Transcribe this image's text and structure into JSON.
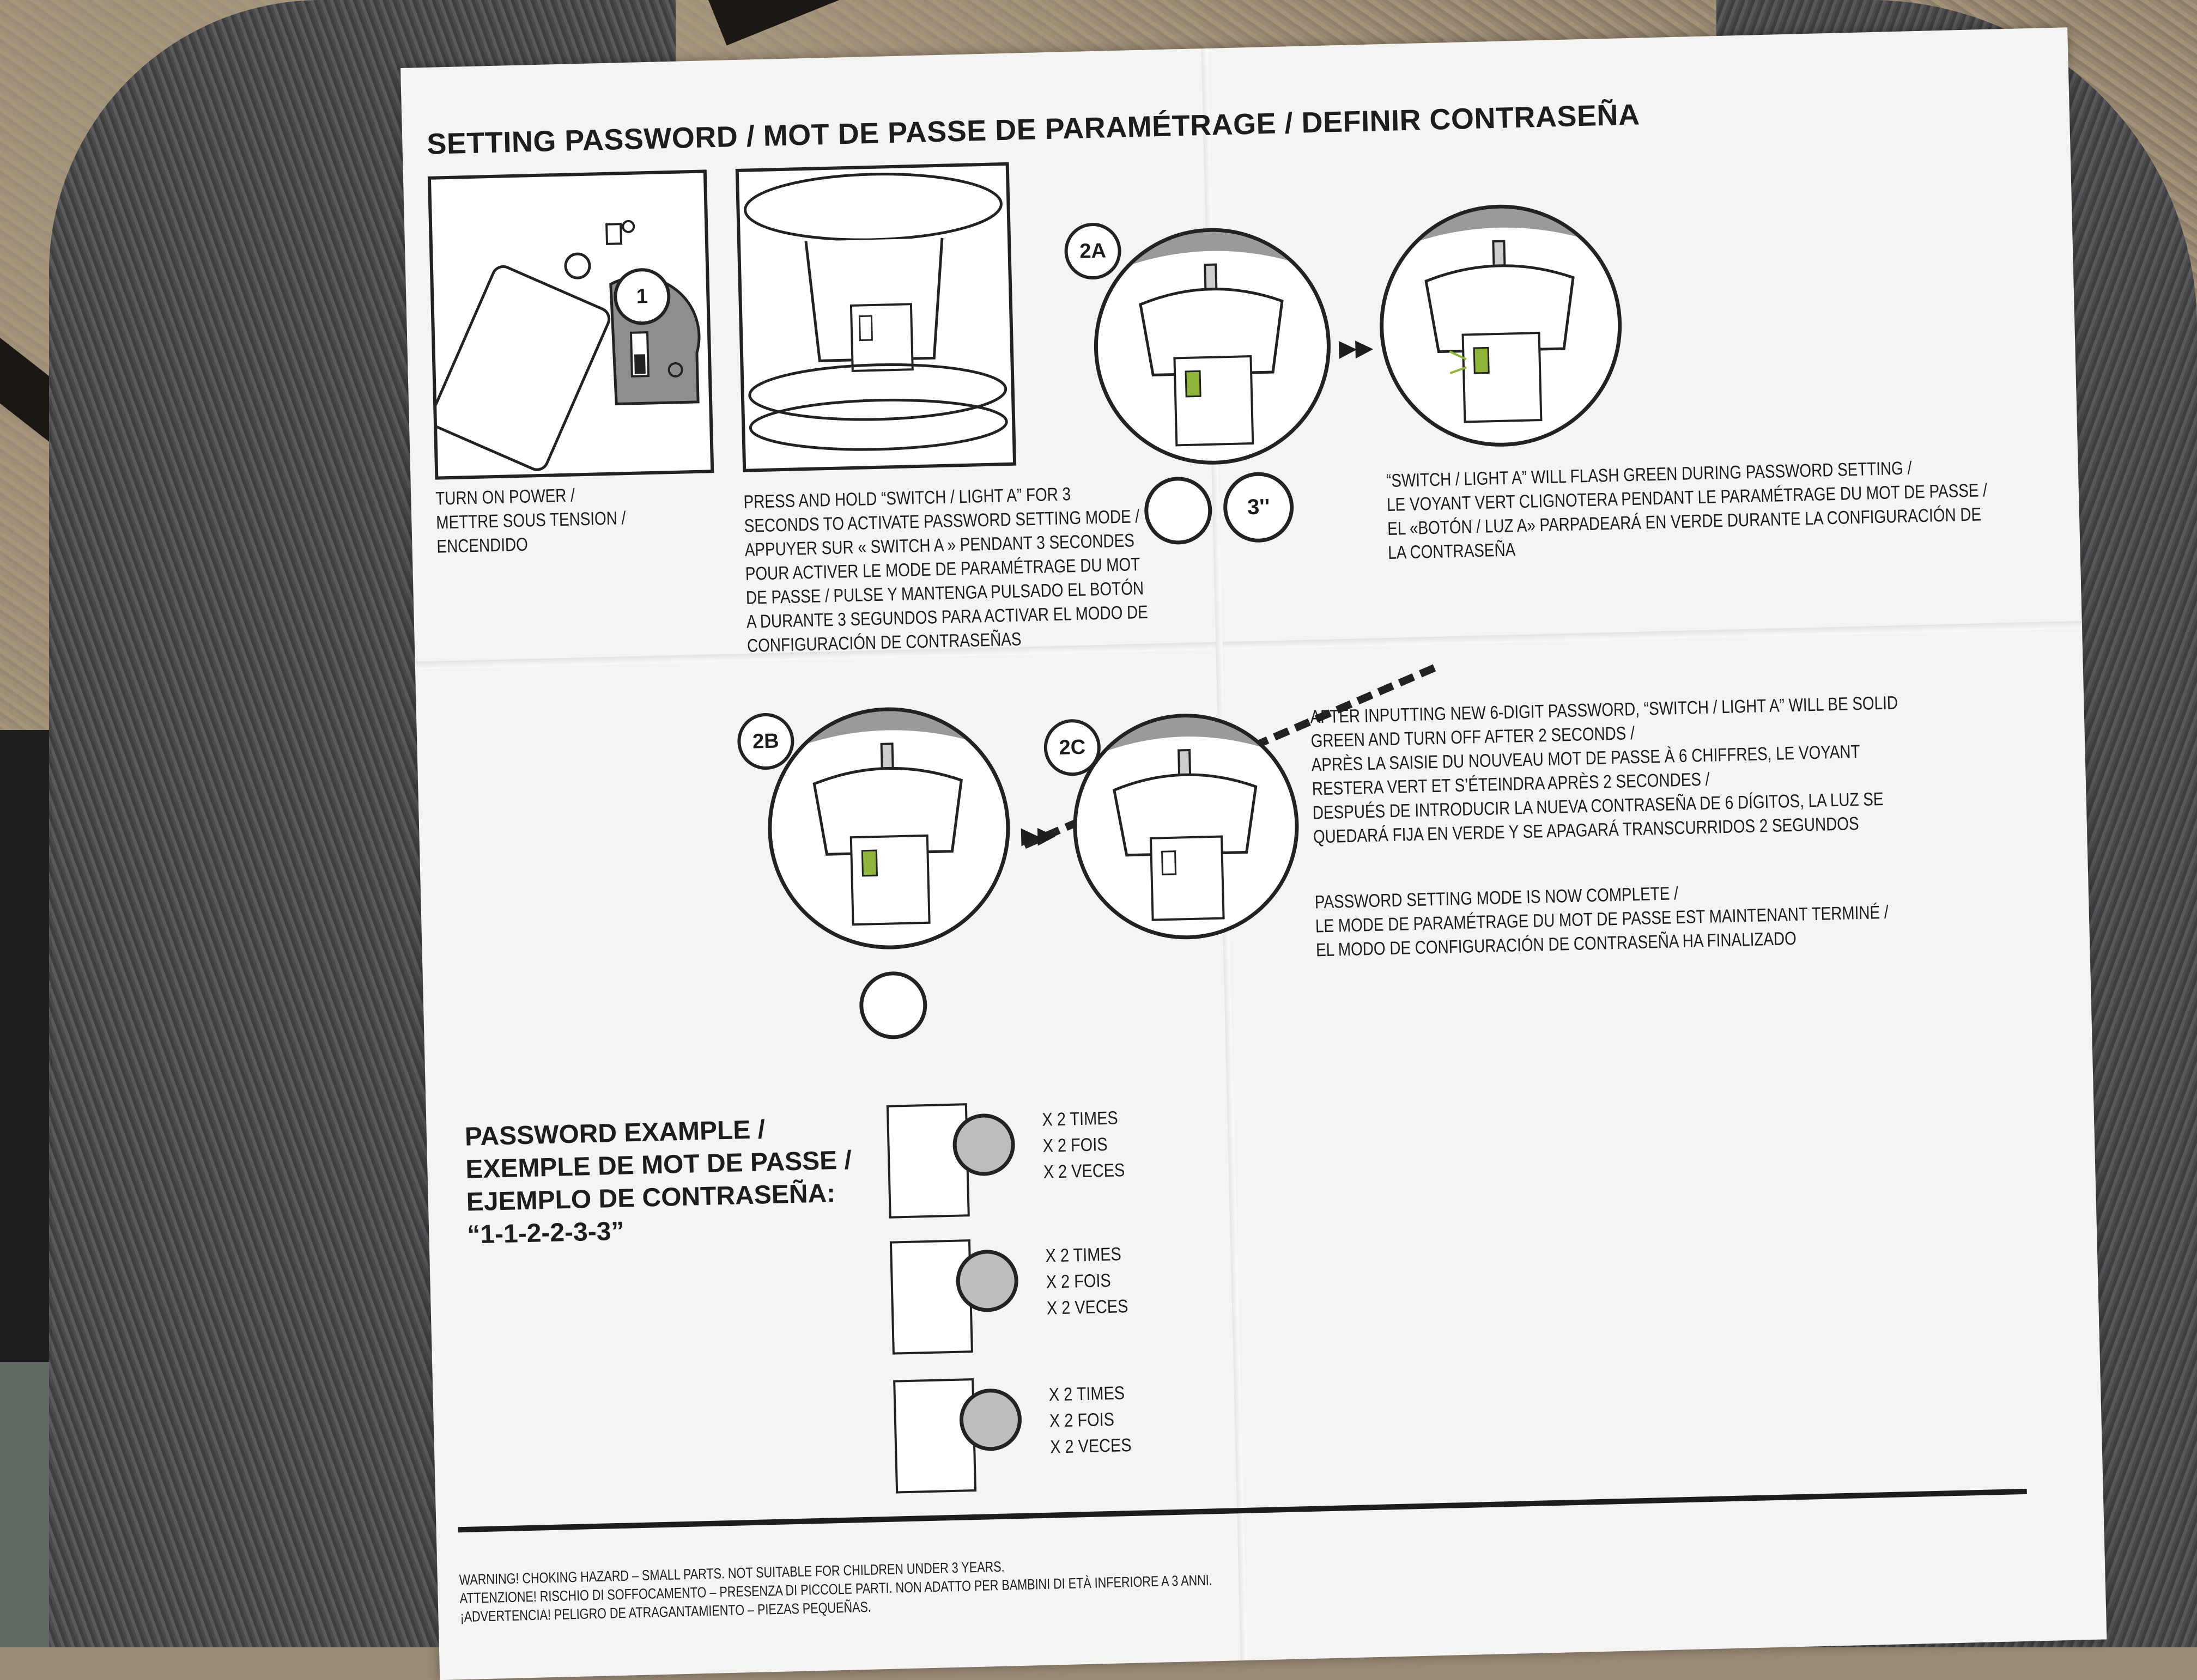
{
  "title": "SETTING PASSWORD / MOT DE PASSE DE PARAMÉTRAGE / DEFINIR CONTRASEÑA",
  "step1": {
    "badge": "1",
    "caption": [
      "TURN ON POWER /",
      "METTRE SOUS TENSION /",
      "ENCENDIDO"
    ]
  },
  "step2": {
    "caption": [
      "PRESS AND HOLD “SWITCH / LIGHT A” FOR 3",
      "SECONDS TO ACTIVATE PASSWORD SETTING MODE /",
      "APPUYER SUR « SWITCH A » PENDANT 3 SECONDES",
      "POUR ACTIVER LE MODE DE PARAMÉTRAGE DU MOT",
      "DE PASSE / PULSE Y MANTENGA PULSADO EL BOTÓN",
      "A DURANTE 3 SEGUNDOS PARA ACTIVAR EL MODO DE",
      "CONFIGURACIÓN DE CONTRASEÑAS"
    ]
  },
  "step2a": {
    "badge": "2A",
    "timer": "3''",
    "caption": [
      "“SWITCH / LIGHT A” WILL FLASH GREEN DURING PASSWORD SETTING /",
      "LE VOYANT VERT CLIGNOTERA PENDANT LE PARAMÉTRAGE DU MOT DE PASSE /",
      "EL «BOTÓN / LUZ A» PARPADEARÁ EN VERDE DURANTE LA CONFIGURACIÓN DE",
      "LA CONTRASEÑA"
    ]
  },
  "step2b": {
    "badge": "2B"
  },
  "step2c": {
    "badge": "2C",
    "caption": [
      "AFTER INPUTTING NEW 6-DIGIT PASSWORD, “SWITCH / LIGHT A” WILL BE SOLID",
      "GREEN AND TURN OFF AFTER 2 SECONDS /",
      "APRÈS LA SAISIE DU NOUVEAU MOT DE PASSE À 6 CHIFFRES, LE VOYANT",
      "RESTERA VERT ET S’ÉTEINDRA APRÈS 2 SECONDES /",
      "DESPUÉS DE INTRODUCIR LA NUEVA CONTRASEÑA DE 6 DÍGITOS, LA LUZ SE",
      "QUEDARÁ FIJA EN VERDE Y SE APAGARÁ TRANSCURRIDOS 2 SEGUNDOS"
    ],
    "complete": [
      "PASSWORD SETTING MODE IS NOW COMPLETE /",
      "LE MODE DE PARAMÉTRAGE DU MOT DE PASSE EST MAINTENANT TERMINÉ /",
      "EL MODO DE CONFIGURACIÓN DE CONTRASEÑA HA FINALIZADO"
    ]
  },
  "password_example": {
    "lines": [
      "PASSWORD EXAMPLE /",
      "EXEMPLE DE MOT DE PASSE /",
      "EJEMPLO DE CONTRASEÑA:",
      "“1-1-2-2-3-3”"
    ],
    "repeats": [
      [
        "X 2 TIMES",
        "X 2 FOIS",
        "X 2 VECES"
      ],
      [
        "X 2 TIMES",
        "X 2 FOIS",
        "X 2 VECES"
      ],
      [
        "X 2 TIMES",
        "X 2 FOIS",
        "X 2 VECES"
      ]
    ]
  },
  "warnings": [
    "WARNING! CHOKING HAZARD – SMALL PARTS. NOT SUITABLE FOR CHILDREN UNDER 3 YEARS.",
    "ATTENZIONE! RISCHIO DI SOFFOCAMENTO – PRESENZA DI PICCOLE PARTI. NON ADATTO PER BAMBINI DI ETÀ INFERIORE A 3 ANNI.",
    "¡ADVERTENCIA! PELIGRO DE ATRAGANTAMIENTO – PIEZAS PEQUEÑAS."
  ],
  "colors": {
    "accent_green": "#8fb43a",
    "ink": "#1d1d1d",
    "shade": "#9a9a9a"
  }
}
